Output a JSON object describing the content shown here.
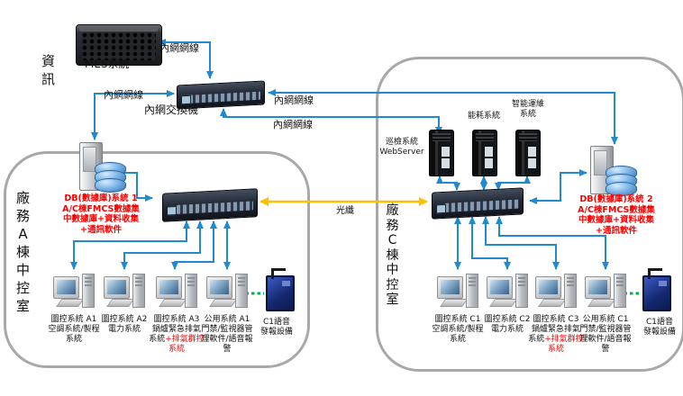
{
  "colors": {
    "link_blue": "#1f8ad2",
    "fiber_yellow": "#ffc000",
    "serial_green": "#00b050",
    "alert_red": "#ff0000",
    "zone_border_gray": "#a8a8a8"
  },
  "top": {
    "dept_label": "資訊",
    "mes_label": "MES系統",
    "switch_label": "內網交換機",
    "link_mes_label": "內網網線",
    "link_db1_label": "內網網線",
    "link_db2_label": "內網網線",
    "link_webserver_label": "內網網線",
    "fiber_label": "光纖"
  },
  "zone_a": {
    "zone_label": "廠務A棟中控室",
    "db_label": [
      "DB(數據庫)系統 1",
      "A/C棟FMCS數據集",
      "中數據庫+資料收集",
      "+通訊軟件"
    ],
    "workstations": [
      {
        "title": "圖控系統 A1",
        "desc": "空調系統/製程系統",
        "desc_red": ""
      },
      {
        "title": "圖控系統 A2",
        "desc": "電力系統",
        "desc_red": ""
      },
      {
        "title": "圖控系統 A3",
        "desc": "鍋爐緊急排氣系統",
        "desc_red": "+排氣群控系統"
      },
      {
        "title": "公用系統 A1",
        "desc": "門禁/監視器管理軟件/語音報警",
        "desc_red": ""
      }
    ],
    "voice_device_label": [
      "C1語音",
      "發報設備"
    ]
  },
  "zone_c": {
    "zone_label": "廠務C棟中控室",
    "server_labels": {
      "webserver": [
        "巡檢系統",
        "WebServer"
      ],
      "energy": [
        "能耗系統"
      ],
      "aiops": [
        "智能運維",
        "系統"
      ]
    },
    "db_label": [
      "DB(數據庫)系統 2",
      "A/C棟FMCS數據集",
      "中數據庫+資料收集",
      "+通訊軟件"
    ],
    "workstations": [
      {
        "title": "圖控系統 C1",
        "desc": "空調系統/製程系統",
        "desc_red": ""
      },
      {
        "title": "圖控系統 C2",
        "desc": "電力系統",
        "desc_red": ""
      },
      {
        "title": "圖控系統 C3",
        "desc": "鍋爐緊急排氣系統",
        "desc_red": "+排氣群控系統"
      },
      {
        "title": "公用系統 C1",
        "desc": "門禁/監視器管理軟件/語音報警",
        "desc_red": ""
      }
    ],
    "voice_device_label": [
      "C1語音",
      "發報設備"
    ]
  }
}
